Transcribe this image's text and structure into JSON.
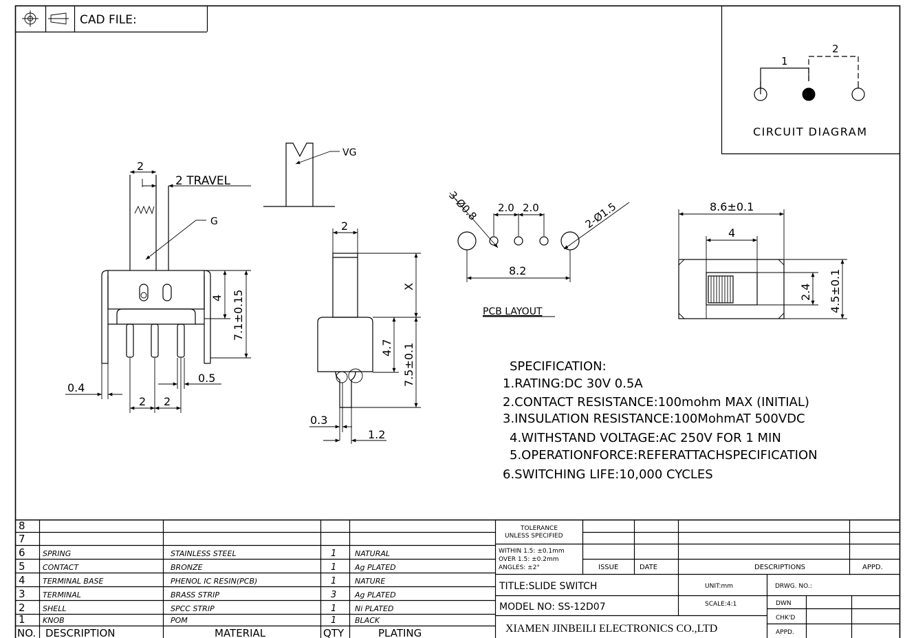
{
  "title_block": {
    "cad_file_label": "CAD FILE:"
  },
  "circuit": {
    "label_1": "1",
    "label_2": "2",
    "caption": "CIRCUIT DIAGRAM"
  },
  "side_view": {
    "dim_top": "2",
    "travel": "2 TRAVEL",
    "g_label": "G",
    "dim_4": "4",
    "dim_height": "7.1±0.15",
    "dim_04": "0.4",
    "dim_05": "0.5",
    "dim_pitch_a": "2",
    "dim_pitch_b": "2"
  },
  "vg_detail": {
    "label": "VG"
  },
  "end_view": {
    "dim_top": "2",
    "dim_x": "X",
    "dim_47": "4.7",
    "dim_75": "7.5±0.1",
    "dim_03": "0.3",
    "dim_12": "1.2"
  },
  "pcb": {
    "small_holes": "3-Ø0.8",
    "pitch_a": "2.0",
    "pitch_b": "2.0",
    "large_holes": "2-Ø1.5",
    "span": "8.2",
    "caption": "PCB LAYOUT"
  },
  "top_view": {
    "width": "8.6±0.1",
    "dim_4": "4",
    "dim_24": "2.4",
    "dim_45": "4.5±0.1"
  },
  "specification": {
    "heading": "SPECIFICATION:",
    "lines": [
      "1.RATING:DC  30V  0.5A",
      "2.CONTACT  RESISTANCE:100mohm  MAX  (INITIAL)",
      "3.INSULATION  RESISTANCE:100MohmAT  500VDC",
      "4.WITHSTAND  VOLTAGE:AC  250V  FOR  1  MIN",
      "5.OPERATIONFORCE:REFERATTACHSPECIFICATION",
      "6.SWITCHING  LIFE:10,000  CYCLES"
    ]
  },
  "bom": {
    "header": {
      "no": "NO.",
      "description": "DESCRIPTION",
      "material": "MATERIAL",
      "qty": "QTY",
      "plating": "PLATING"
    },
    "rows": [
      {
        "no": "8",
        "description": "",
        "material": "",
        "qty": "",
        "plating": ""
      },
      {
        "no": "7",
        "description": "",
        "material": "",
        "qty": "",
        "plating": ""
      },
      {
        "no": "6",
        "description": "SPRING",
        "material": "STAINLESS STEEL",
        "qty": "1",
        "plating": "NATURAL"
      },
      {
        "no": "5",
        "description": "CONTACT",
        "material": "BRONZE",
        "qty": "1",
        "plating": "Ag PLATED"
      },
      {
        "no": "4",
        "description": "TERMINAL BASE",
        "material": "PHENOL IC RESIN(PCB)",
        "qty": "1",
        "plating": "NATURE"
      },
      {
        "no": "3",
        "description": "TERMINAL",
        "material": "BRASS STRIP",
        "qty": "3",
        "plating": "Ag PLATED"
      },
      {
        "no": "2",
        "description": "SHELL",
        "material": "SPCC STRIP",
        "qty": "1",
        "plating": "Ni PLATED"
      },
      {
        "no": "1",
        "description": "KNOB",
        "material": "POM",
        "qty": "1",
        "plating": "BLACK"
      }
    ]
  },
  "info_block": {
    "tolerance_line1": "TOLERANCE",
    "tolerance_line2": "UNLESS SPECIFIED",
    "within": "WITHIN 1.5: ±0.1mm",
    "over": "OVER 1.5:  ±0.2mm",
    "angles": "ANGLES: ±2°",
    "issue": "ISSUE",
    "date": "DATE",
    "descriptions": "DESCRIPTIONS",
    "appd_header": "APPD.",
    "title": "TITLE:SLIDE SWITCH",
    "unit": "UNIT:mm",
    "drwg_no": "DRWG. NO.:",
    "model": "MODEL NO: SS-12D07",
    "scale": "SCALE:4:1",
    "dwn": "DWN",
    "chkd": "CHK'D",
    "appd": "APPD.",
    "company": "XIAMEN JINBEILI ELECTRONICS CO.,LTD"
  }
}
